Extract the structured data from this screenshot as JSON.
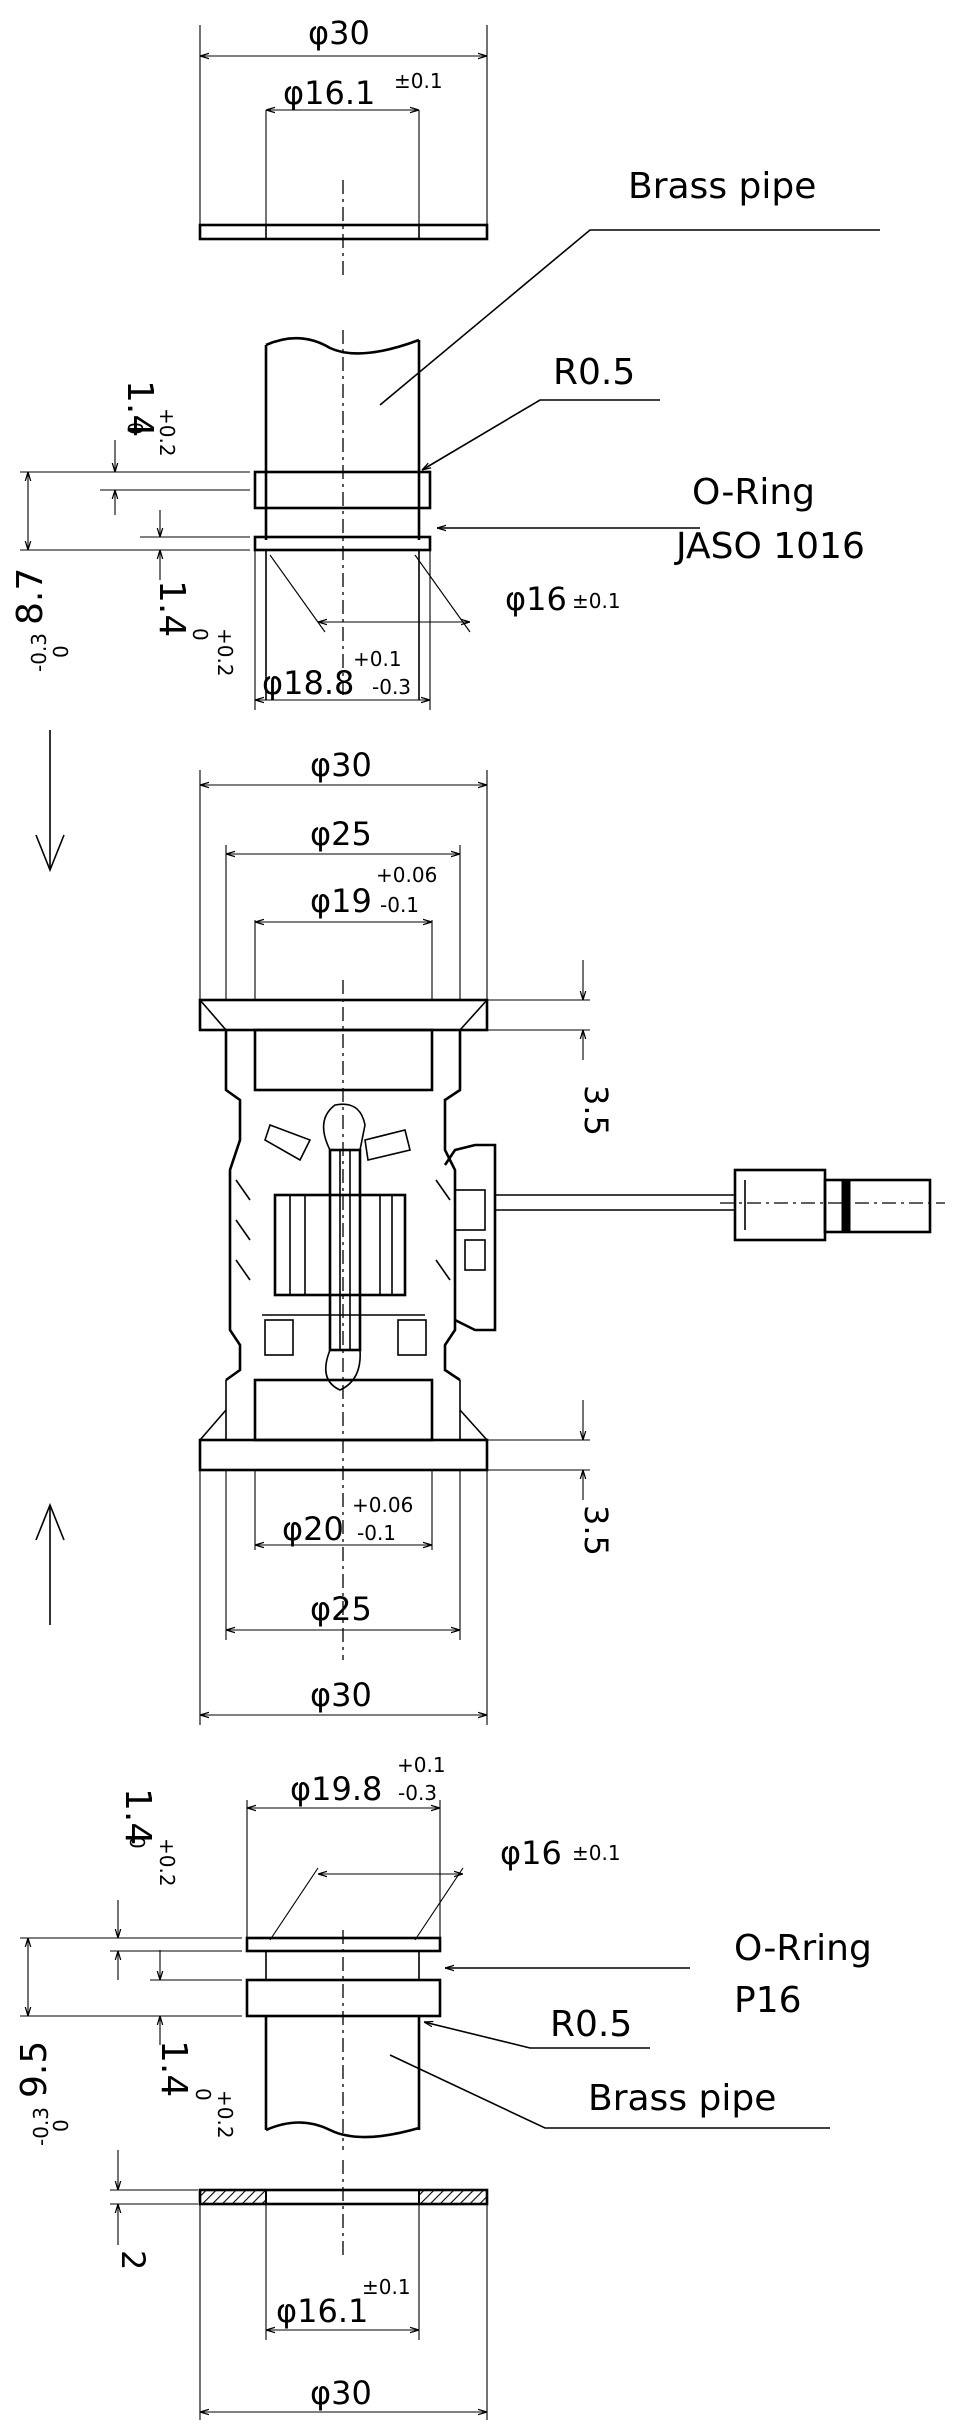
{
  "labels": {
    "brass_pipe_top": "Brass pipe",
    "r05_top": "R0.5",
    "oring_top_1": "O-Ring",
    "oring_top_2": "JASO 1016",
    "oring_bot_1": "O-Rring",
    "oring_bot_2": "P16",
    "r05_bot": "R0.5",
    "brass_pipe_bot": "Brass pipe"
  },
  "dims": {
    "d30_1": "φ30",
    "d161_1": "φ16.1",
    "tol_01_1": "±0.1",
    "t14_a": "1.4",
    "t14_a_zero": "0",
    "t14_a_tol": "+0.2",
    "t87": "8.7",
    "t87_zero": "0",
    "t87_tol": "-0.3",
    "t14_b": "1.4",
    "t14_b_zero": "0",
    "t14_b_tol": "+0.2",
    "d16_1": "φ16",
    "tol_01_2": "±0.1",
    "d188_tol_up": "+0.1",
    "d188": "φ18.8",
    "d188_tol_dn": "-0.3",
    "d30_2": "φ30",
    "d25_1": "φ25",
    "d19_tol_up": "+0.06",
    "d19": "φ19",
    "d19_tol_dn": "-0.1",
    "t35_a": "3.5",
    "t35_b": "3.5",
    "d20_tol_up": "+0.06",
    "d20": "φ20",
    "d20_tol_dn": "-0.1",
    "d25_2": "φ25",
    "d30_3": "φ30",
    "d198_tol_up": "+0.1",
    "d198": "φ19.8",
    "d198_tol_dn": "-0.3",
    "t14_c": "1.4",
    "t14_c_zero": "0",
    "t14_c_tol": "+0.2",
    "d16_2": "φ16",
    "tol_01_3": "±0.1",
    "t95": "9.5",
    "t95_zero": "0",
    "t95_tol": "-0.3",
    "t14_d": "1.4",
    "t14_d_zero": "0",
    "t14_d_tol": "+0.2",
    "t2": "2",
    "d161_2": "φ16.1",
    "tol_01_4": "±0.1",
    "d30_4": "φ30"
  }
}
